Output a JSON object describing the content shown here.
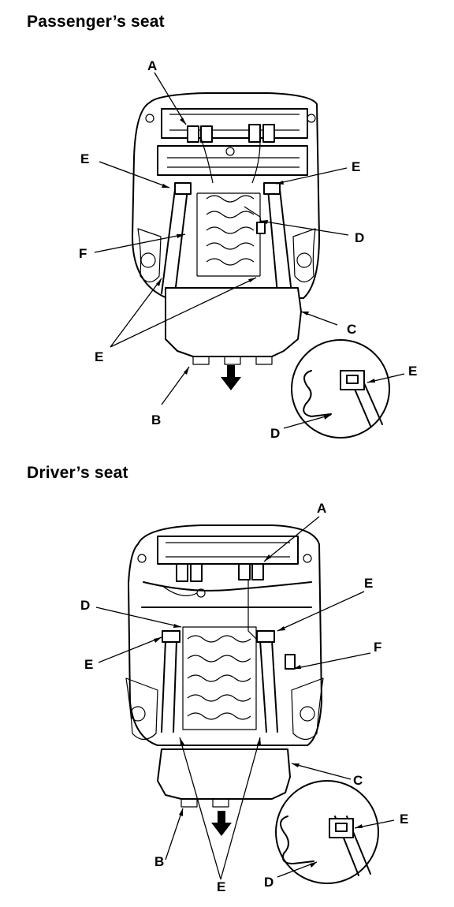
{
  "headings": {
    "passenger": "Passenger’s seat",
    "driver": "Driver’s seat"
  },
  "passenger_callouts": {
    "A": "A",
    "E_left": "E",
    "E_right": "E",
    "F": "F",
    "D": "D",
    "C": "C",
    "E_lower": "E",
    "B": "B",
    "E_inset": "E",
    "D_inset": "D"
  },
  "driver_callouts": {
    "A": "A",
    "D": "D",
    "E_right": "E",
    "E_left": "E",
    "F": "F",
    "C": "C",
    "B": "B",
    "E_bottom": "E",
    "E_inset": "E",
    "D_inset": "D"
  }
}
